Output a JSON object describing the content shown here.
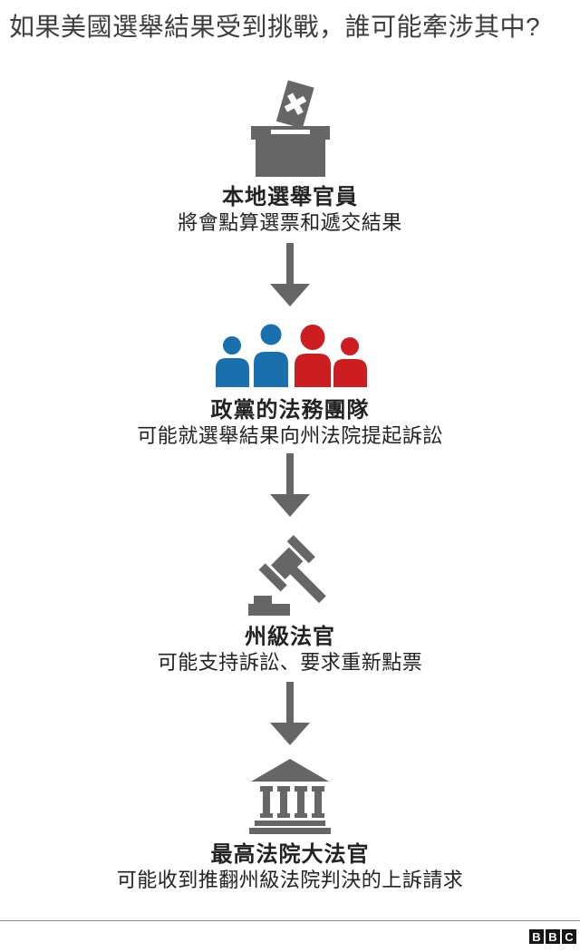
{
  "title": "如果美國選舉結果受到挑戰，誰可能牽涉其中?",
  "colors": {
    "background": "#ffffff",
    "icon_gray": "#666666",
    "blue": "#1a6fad",
    "red": "#cc1d21",
    "title_color": "#3d3d3d",
    "text_dark": "#222222",
    "divider": "#8a8a8a",
    "logo_bg": "#161616",
    "logo_text": "#ffffff"
  },
  "steps": [
    {
      "icon": "ballot-box-icon",
      "heading": "本地選舉官員",
      "description": "將會點算選票和遞交結果"
    },
    {
      "icon": "party-legal-teams-icon",
      "heading": "政黨的法務團隊",
      "description": "可能就選舉結果向州法院提起訴訟"
    },
    {
      "icon": "gavel-icon",
      "heading": "州級法官",
      "description": "可能支持訴訟、要求重新點票"
    },
    {
      "icon": "courthouse-icon",
      "heading": "最高法院大法官",
      "description": "可能收到推翻州級法院判決的上訴請求"
    }
  ],
  "logo": {
    "letters": [
      "B",
      "B",
      "C"
    ]
  }
}
